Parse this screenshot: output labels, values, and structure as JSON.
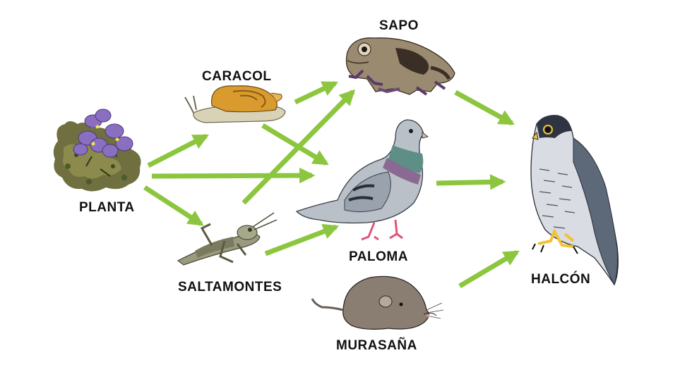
{
  "organisms": {
    "sapo": "SAPO",
    "caracol": "CARACOL",
    "planta": "PLANTA",
    "saltamontes": "SALTAMONTES",
    "paloma": "PALOMA",
    "murasana": "MURASAÑA",
    "halcon": "HALCÓN"
  },
  "links": [
    {
      "from": "PLANTA",
      "to": "CARACOL"
    },
    {
      "from": "PLANTA",
      "to": "PALOMA"
    },
    {
      "from": "PLANTA",
      "to": "SALTAMONTES"
    },
    {
      "from": "CARACOL",
      "to": "SAPO"
    },
    {
      "from": "CARACOL",
      "to": "PALOMA"
    },
    {
      "from": "SALTAMONTES",
      "to": "SAPO"
    },
    {
      "from": "SALTAMONTES",
      "to": "PALOMA"
    },
    {
      "from": "SAPO",
      "to": "HALCÓN"
    },
    {
      "from": "PALOMA",
      "to": "HALCÓN"
    },
    {
      "from": "MURASAÑA",
      "to": "HALCÓN"
    }
  ],
  "colors": {
    "arrow": "#8cc63f",
    "label": "#111111",
    "background": "#ffffff"
  },
  "icons": {
    "planta": "violet-plant-icon",
    "caracol": "snail-icon",
    "saltamontes": "grasshopper-icon",
    "sapo": "toad-icon",
    "paloma": "pigeon-icon",
    "murasana": "shrew-icon",
    "halcon": "falcon-icon"
  }
}
